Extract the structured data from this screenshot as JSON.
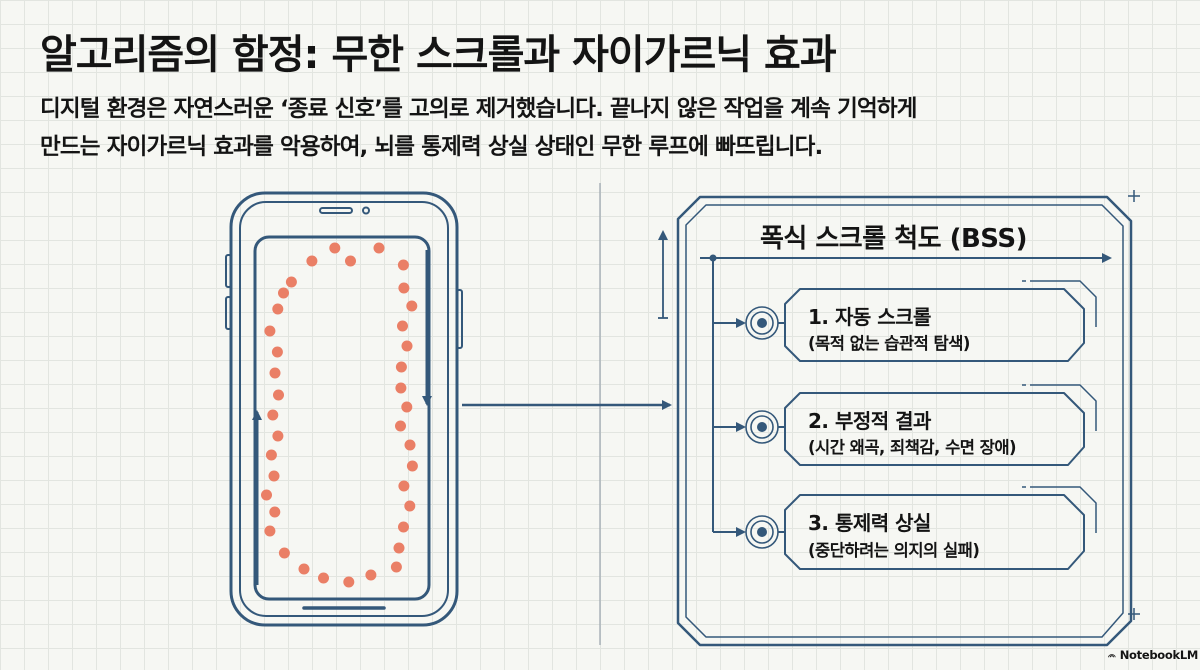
{
  "title": "알고리즘의 함정: 무한 스크롤과 자이가르닉 효과",
  "subtitle_lines": [
    "디지털 환경은 자연스러운 ‘종료 신호’를 고의로 제거했습니다. 끝나지 않은 작업을 계속 기억하게",
    "만드는 자이가르닉 효과를 악용하여, 뇌를 통제력 상실 상태인 무한 루프에 빠뜨립니다."
  ],
  "panel": {
    "title": "폭식 스크롤 척도 (BSS)",
    "items": [
      {
        "title": "1. 자동 스크롤",
        "subtitle": "(목적 없는 습관적 탐색)"
      },
      {
        "title": "2. 부정적 결과",
        "subtitle": "(시간 왜곡, 죄책감, 수면 장애)"
      },
      {
        "title": "3. 통제력 상실",
        "subtitle": "(중단하려는 의지의 실패)"
      }
    ]
  },
  "logo": {
    "text": "NotebookLM"
  },
  "colors": {
    "line": "#34587a",
    "dots": "#ea7f66",
    "text": "#141414",
    "background": "#f6f7f3"
  }
}
